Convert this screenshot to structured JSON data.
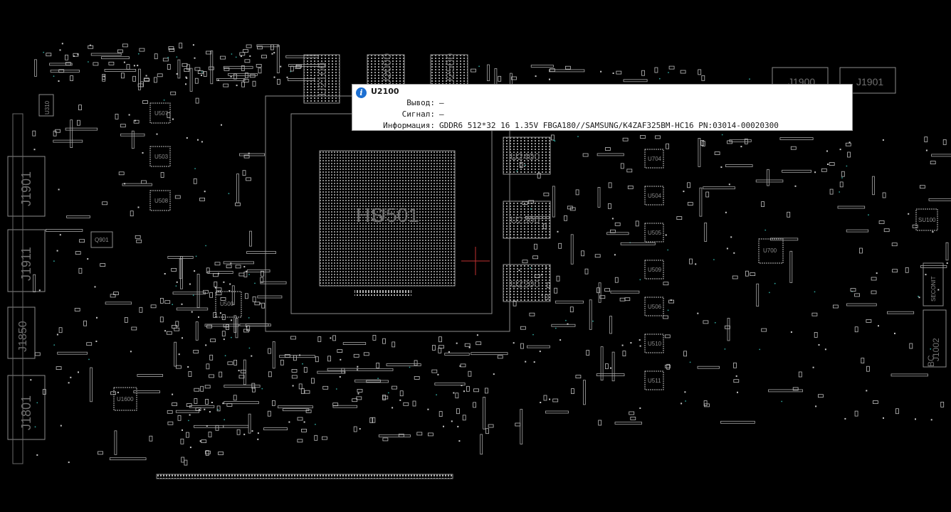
{
  "tooltip": {
    "title": "U2100",
    "rows": [
      {
        "key": "Вывод:",
        "value": "—"
      },
      {
        "key": "Сигнал:",
        "value": "—"
      },
      {
        "key": "Информация:",
        "value": "GDDR6 512*32 16 1.35V FBGA180//SAMSUNG/K4ZAF325BM-HC16 PN:03014-00020300"
      }
    ],
    "icon": "info-icon"
  },
  "components": {
    "gpu": "U501",
    "gpu_overlay": "HS",
    "mem_top1": "U2100",
    "mem_top2": "U2000",
    "mem_top3": "U2500",
    "mem_right1": "U2400",
    "mem_right2": "U2300",
    "mem_right3": "U2200",
    "conn_top1": "J1900",
    "conn_top2": "J1901",
    "j1901": "J1901",
    "j1911": "J1911",
    "j1850": "J1850",
    "j1801": "J1801",
    "u310": "U310",
    "u507": "U507",
    "u503": "U503",
    "u508": "U508",
    "q901": "Q901",
    "u500": "U500",
    "u1600": "U1600",
    "u704": "U704",
    "u504": "U504",
    "u505": "U505",
    "u509": "U509",
    "u506": "U506",
    "u510": "U510",
    "u511": "U511",
    "u700": "U700",
    "su100": "SU100",
    "seconit": "SECONIT",
    "j1002": "J1002",
    "bc": "BC"
  },
  "colors": {
    "background": "#000000",
    "outline": "#8c8c8c",
    "pad": "#c8c8c8",
    "accent": "#1c6fd1",
    "cursor": "#c03030"
  }
}
